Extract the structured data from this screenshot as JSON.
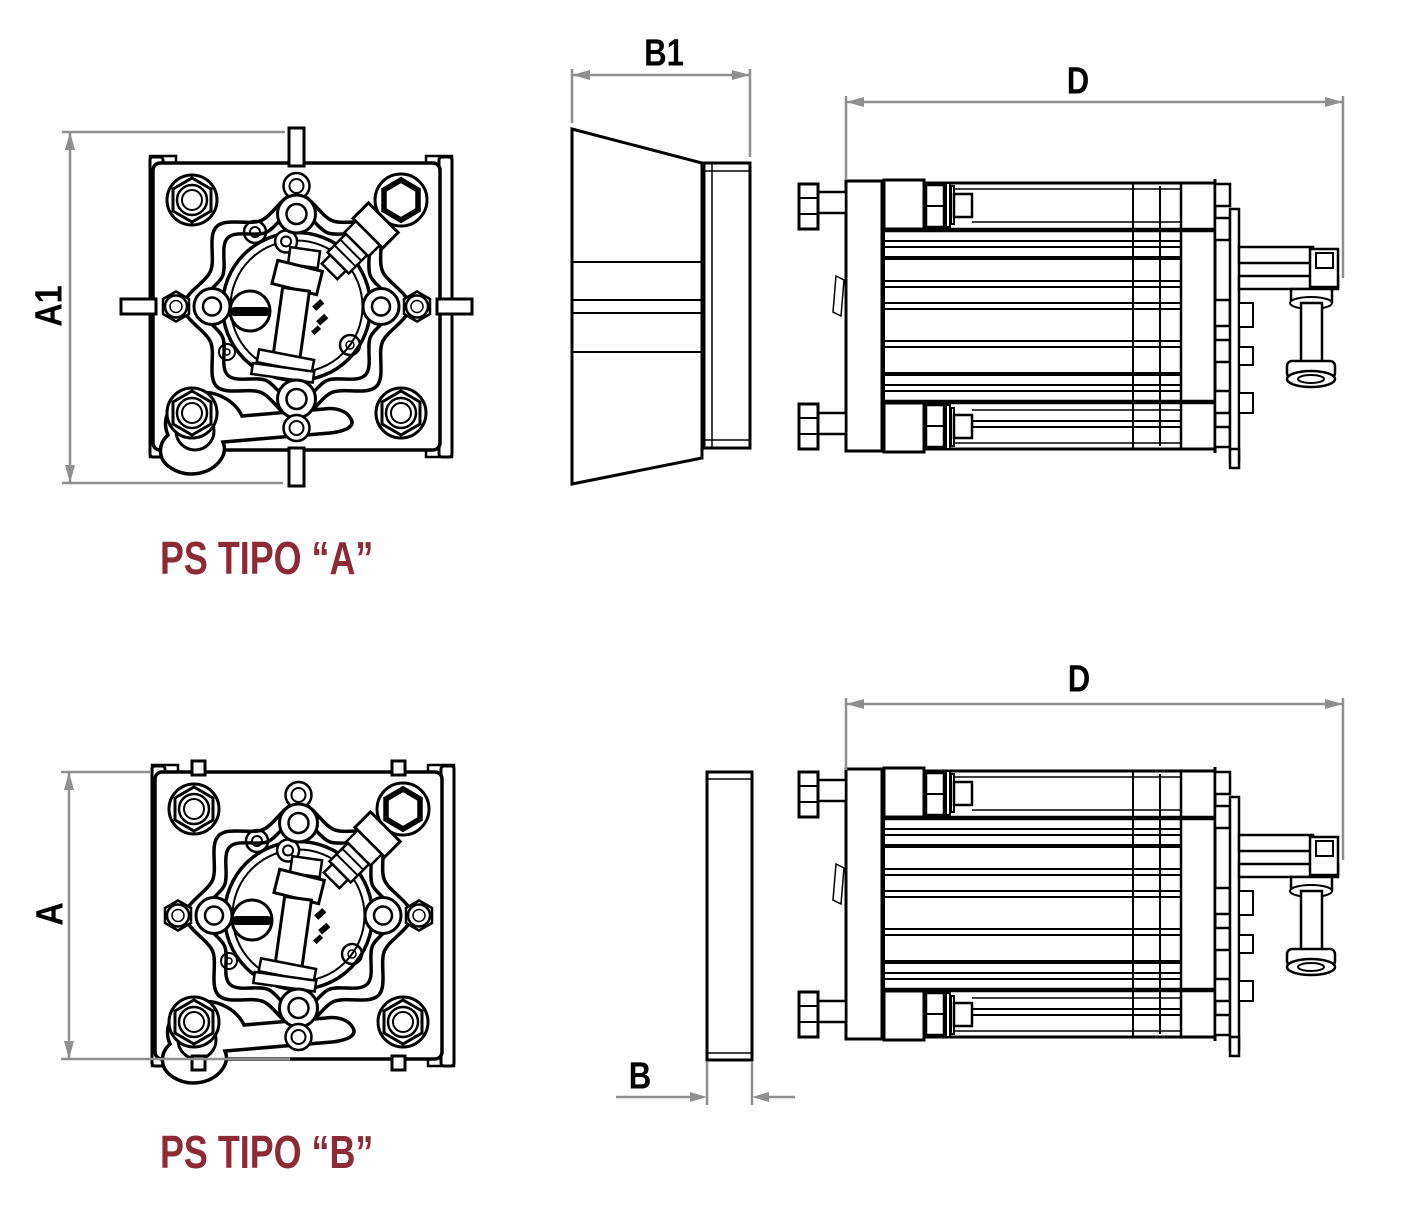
{
  "drawing": {
    "background": "#ffffff",
    "line_color": "#000000",
    "dimension_color": "#8f8f8f",
    "caption_color": "#8c2a35",
    "variants": [
      {
        "id": "tipo-a",
        "caption": "PS TIPO “A”",
        "dimensions": {
          "height": "A1",
          "depth": "B1",
          "length": "D"
        }
      },
      {
        "id": "tipo-b",
        "caption": "PS TIPO “B”",
        "dimensions": {
          "height": "A",
          "depth": "B",
          "length": "D"
        }
      }
    ]
  }
}
